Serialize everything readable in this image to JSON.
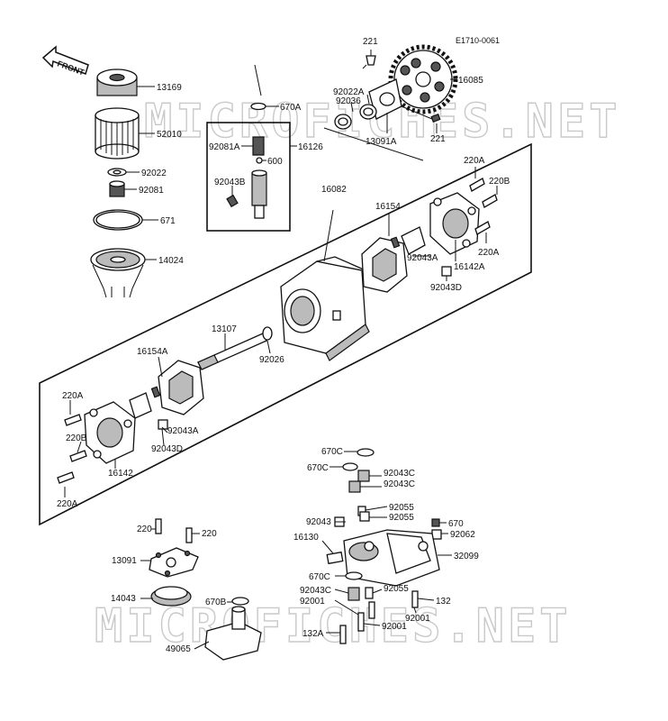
{
  "diagram_code": "E1710-0061",
  "front_arrow_text": "FRONT",
  "watermark_text": "MICROFICHES.NET",
  "parts": [
    {
      "id": "p13169",
      "label": "13169"
    },
    {
      "id": "p52010",
      "label": "52010"
    },
    {
      "id": "p92022",
      "label": "92022"
    },
    {
      "id": "p92081",
      "label": "92081"
    },
    {
      "id": "p671",
      "label": "671"
    },
    {
      "id": "p14024",
      "label": "14024"
    },
    {
      "id": "p670A",
      "label": "670A"
    },
    {
      "id": "p92081A",
      "label": "92081A"
    },
    {
      "id": "p16126",
      "label": "16126"
    },
    {
      "id": "p600",
      "label": "600"
    },
    {
      "id": "p92043B",
      "label": "92043B"
    },
    {
      "id": "p221a",
      "label": "221"
    },
    {
      "id": "p221b",
      "label": "221"
    },
    {
      "id": "p92022A",
      "label": "92022A"
    },
    {
      "id": "p92036",
      "label": "92036"
    },
    {
      "id": "p13091A",
      "label": "13091A"
    },
    {
      "id": "p16085",
      "label": "16085"
    },
    {
      "id": "p220A_1",
      "label": "220A"
    },
    {
      "id": "p220B_1",
      "label": "220B"
    },
    {
      "id": "p220A_2",
      "label": "220A"
    },
    {
      "id": "p16082",
      "label": "16082"
    },
    {
      "id": "p16154",
      "label": "16154"
    },
    {
      "id": "p92043A_1",
      "label": "92043A"
    },
    {
      "id": "p16142A",
      "label": "16142A"
    },
    {
      "id": "p92043D_1",
      "label": "92043D"
    },
    {
      "id": "p13107",
      "label": "13107"
    },
    {
      "id": "p92026",
      "label": "92026"
    },
    {
      "id": "p16154A",
      "label": "16154A"
    },
    {
      "id": "p220A_3",
      "label": "220A"
    },
    {
      "id": "p220B_2",
      "label": "220B"
    },
    {
      "id": "p92043A_2",
      "label": "92043A"
    },
    {
      "id": "p92043D_2",
      "label": "92043D"
    },
    {
      "id": "p16142",
      "label": "16142"
    },
    {
      "id": "p220A_4",
      "label": "220A"
    },
    {
      "id": "p670C_1",
      "label": "670C"
    },
    {
      "id": "p670C_2",
      "label": "670C"
    },
    {
      "id": "p92043C_1",
      "label": "92043C"
    },
    {
      "id": "p92043C_2",
      "label": "92043C"
    },
    {
      "id": "p92055_1",
      "label": "92055"
    },
    {
      "id": "p92055_2",
      "label": "92055"
    },
    {
      "id": "p92043",
      "label": "92043"
    },
    {
      "id": "p670",
      "label": "670"
    },
    {
      "id": "p92062",
      "label": "92062"
    },
    {
      "id": "p16130",
      "label": "16130"
    },
    {
      "id": "p32099",
      "label": "32099"
    },
    {
      "id": "p670C_3",
      "label": "670C"
    },
    {
      "id": "p92043C_3",
      "label": "92043C"
    },
    {
      "id": "p92055_3",
      "label": "92055"
    },
    {
      "id": "p92001_1",
      "label": "92001"
    },
    {
      "id": "p132",
      "label": "132"
    },
    {
      "id": "p92001_2",
      "label": "92001"
    },
    {
      "id": "p92001_3",
      "label": "92001"
    },
    {
      "id": "p132A",
      "label": "132A"
    },
    {
      "id": "p220_1",
      "label": "220"
    },
    {
      "id": "p220_2",
      "label": "220"
    },
    {
      "id": "p13091",
      "label": "13091"
    },
    {
      "id": "p14043",
      "label": "14043"
    },
    {
      "id": "p670B",
      "label": "670B"
    },
    {
      "id": "p49065",
      "label": "49065"
    }
  ]
}
